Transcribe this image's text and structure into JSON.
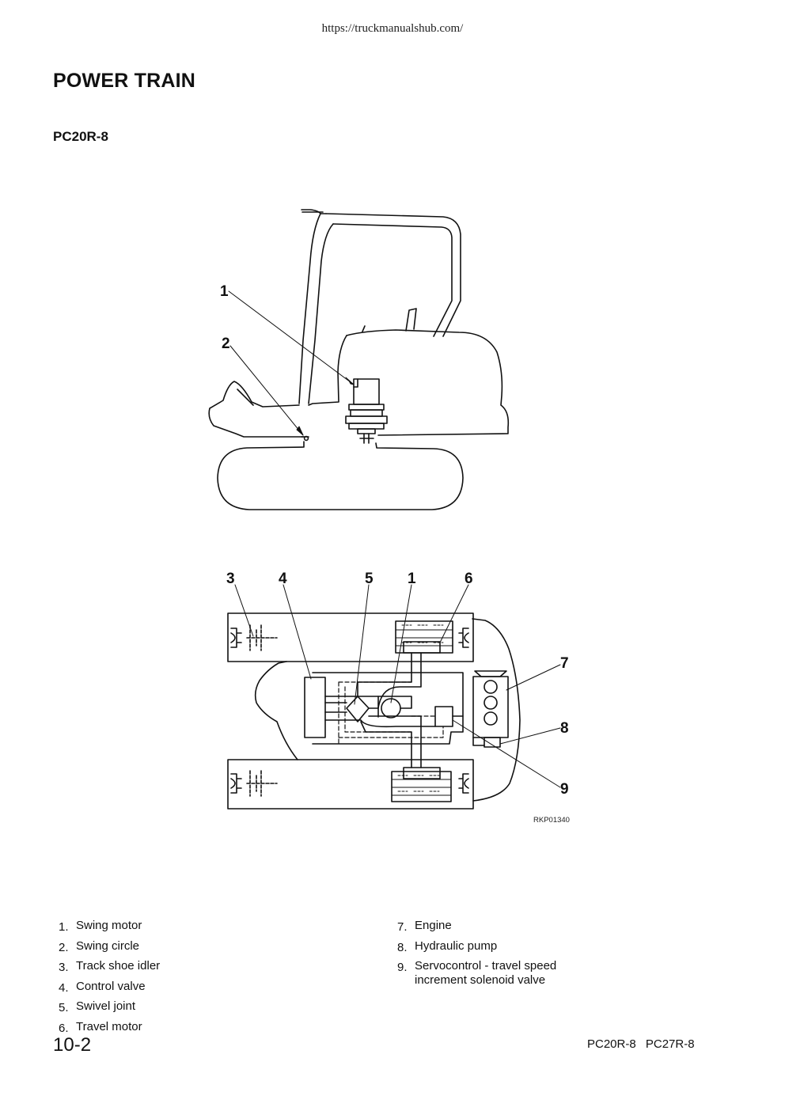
{
  "header": {
    "url": "https://truckmanualshub.com/"
  },
  "page": {
    "title": "POWER TRAIN",
    "subtitle": "PC20R-8"
  },
  "figure": {
    "side_callouts": [
      "1",
      "2"
    ],
    "top_callouts": [
      "3",
      "4",
      "5",
      "1",
      "6",
      "7",
      "8",
      "9"
    ],
    "code": "RKP01340"
  },
  "legend": {
    "left": [
      {
        "num": "1.",
        "text": "Swing motor"
      },
      {
        "num": "2.",
        "text": "Swing circle"
      },
      {
        "num": "3.",
        "text": "Track shoe idler"
      },
      {
        "num": "4.",
        "text": "Control valve"
      },
      {
        "num": "5.",
        "text": "Swivel joint"
      },
      {
        "num": "6.",
        "text": "Travel motor"
      }
    ],
    "right": [
      {
        "num": "7.",
        "text": "Engine"
      },
      {
        "num": "8.",
        "text": "Hydraulic pump"
      },
      {
        "num": "9.",
        "text": "Servocontrol - travel speed increment solenoid valve"
      }
    ]
  },
  "footer": {
    "page_number": "10-2",
    "models": "PC20R-8 PC27R-8"
  }
}
